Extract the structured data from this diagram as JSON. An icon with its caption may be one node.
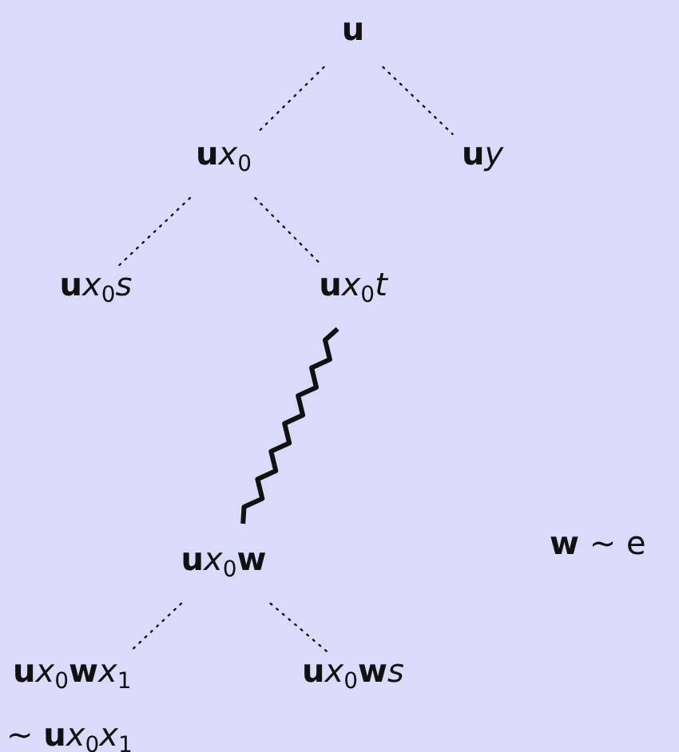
{
  "diagram": {
    "nodes": [
      {
        "text": [
          "**u**"
        ]
      },
      {
        "text": [
          "**u**x$_{0}$"
        ]
      },
      {
        "text": [
          "**u**y"
        ]
      },
      {
        "text": [
          "**u**x$_{0}$s"
        ]
      },
      {
        "text": [
          "**u**x$_{0}$t"
        ]
      },
      {
        "text": [
          "**u**x$_{0}$**w**"
        ]
      },
      {
        "text": [
          "**u**x$_{0}$**w**x$_{1}$"
        ],
        "beside": [
          "∼ **u**x$_{0}$x$_{1}$"
        ]
      },
      {
        "text": [
          "**u**x$_{0}$**w**s"
        ]
      }
    ],
    "edges": [
      {
        "from": 0,
        "to": 1,
        "arrow": "none",
        "style": "dashed"
      },
      {
        "from": 0,
        "to": 2,
        "arrow": "none",
        "style": "dashed"
      },
      {
        "from": 1,
        "to": 3,
        "arrow": "none",
        "style": "dashed"
      },
      {
        "from": 1,
        "to": 4,
        "arrow": "none",
        "style": "dashed"
      },
      {
        "from": 4,
        "to": 5,
        "arrow": "none",
        "style": "thick"
      },
      {
        "from": 5,
        "to": 6,
        "arrow": "none",
        "style": "dashed"
      },
      {
        "from": 5,
        "to": 7,
        "arrow": "none",
        "style": "dashed"
      }
    ],
    "labels": [
      "**w** ∼ e"
    ]
  }
}
